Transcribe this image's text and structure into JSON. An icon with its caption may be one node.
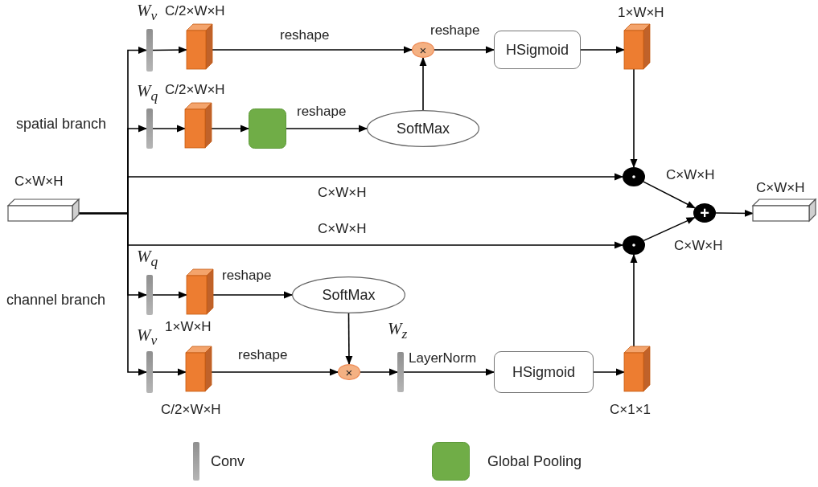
{
  "diagram": {
    "nodes": [
      {
        "text": [],
        "shape": "cuboid",
        "beside": [
          "C×W×H"
        ]
      },
      {
        "text": [],
        "shape": "bar",
        "beside": [
          "W$_{v}$"
        ]
      },
      {
        "text": [],
        "shape": "cuboid",
        "beside": [
          "C/2×W×H"
        ]
      },
      {
        "text": [
          "×"
        ]
      },
      {
        "text": [
          "HSigmoid"
        ]
      },
      {
        "text": [],
        "shape": "cuboid",
        "beside": [
          "1×W×H"
        ]
      },
      {
        "text": [],
        "shape": "bar",
        "beside": [
          "W$_{q}$"
        ]
      },
      {
        "text": [],
        "shape": "cuboid",
        "beside": [
          "C/2×W×H"
        ]
      },
      {
        "text": [],
        "shape": "box"
      },
      {
        "text": [
          "SoftMax"
        ]
      },
      {
        "text": [],
        "shape": "circle"
      },
      {
        "text": [
          "+"
        ]
      },
      {
        "text": [],
        "shape": "cuboid",
        "beside": [
          "C×W×H"
        ]
      },
      {
        "text": [],
        "shape": "circle"
      },
      {
        "text": [],
        "shape": "bar",
        "beside": [
          "W$_{q}$"
        ]
      },
      {
        "text": [],
        "shape": "cuboid",
        "beside": [
          "1×W×H"
        ]
      },
      {
        "text": [
          "SoftMax"
        ]
      },
      {
        "text": [],
        "shape": "bar",
        "beside": [
          "W$_{v}$"
        ]
      },
      {
        "text": [],
        "shape": "cuboid",
        "beside": [
          "C/2×W×H"
        ]
      },
      {
        "text": [
          "×"
        ]
      },
      {
        "text": [],
        "shape": "bar",
        "beside": [
          "W$_{z}$"
        ]
      },
      {
        "text": [
          "HSigmoid"
        ]
      },
      {
        "text": [],
        "shape": "cuboid",
        "beside": [
          "C×1×1"
        ]
      }
    ],
    "edges": [
      {
        "from": 0,
        "to": 1,
        "arrow": "to"
      },
      {
        "from": 1,
        "to": 2,
        "arrow": "to"
      },
      {
        "from": 2,
        "to": 3,
        "arrow": "to",
        "label": "reshape"
      },
      {
        "from": 3,
        "to": 4,
        "arrow": "to",
        "label": "reshape"
      },
      {
        "from": 4,
        "to": 5,
        "arrow": "to"
      },
      {
        "from": 0,
        "to": 6,
        "arrow": "to"
      },
      {
        "from": 6,
        "to": 7,
        "arrow": "to"
      },
      {
        "from": 7,
        "to": 8,
        "arrow": "to"
      },
      {
        "from": 8,
        "to": 9,
        "arrow": "to",
        "label": "reshape"
      },
      {
        "from": 9,
        "to": 3,
        "arrow": "to"
      },
      {
        "from": 5,
        "to": 10,
        "arrow": "to"
      },
      {
        "from": 0,
        "to": 10,
        "arrow": "to",
        "label": "C×W×H"
      },
      {
        "from": 10,
        "to": 11,
        "arrow": "to",
        "label": "C×W×H"
      },
      {
        "from": 11,
        "to": 12,
        "arrow": "to"
      },
      {
        "from": 0,
        "to": 13,
        "arrow": "to",
        "label": "C×W×H"
      },
      {
        "from": 13,
        "to": 11,
        "arrow": "to",
        "label": "C×W×H"
      },
      {
        "from": 0,
        "to": 14,
        "arrow": "to"
      },
      {
        "from": 14,
        "to": 15,
        "arrow": "to"
      },
      {
        "from": 15,
        "to": 16,
        "arrow": "to",
        "label": "reshape"
      },
      {
        "from": 16,
        "to": 19,
        "arrow": "to"
      },
      {
        "from": 0,
        "to": 17,
        "arrow": "to"
      },
      {
        "from": 17,
        "to": 18,
        "arrow": "to"
      },
      {
        "from": 18,
        "to": 19,
        "arrow": "to",
        "label": "reshape"
      },
      {
        "from": 19,
        "to": 20,
        "arrow": "to"
      },
      {
        "from": 20,
        "to": 21,
        "arrow": "to",
        "label": "LayerNorm"
      },
      {
        "from": 21,
        "to": 22,
        "arrow": "to"
      },
      {
        "from": 22,
        "to": 13,
        "arrow": "to"
      }
    ],
    "labels": [
      "spatial branch",
      "channel branch"
    ],
    "legend": [
      {
        "text": "Conv"
      },
      {
        "text": "Global Pooling",
        "color": "#70ad47"
      }
    ]
  }
}
